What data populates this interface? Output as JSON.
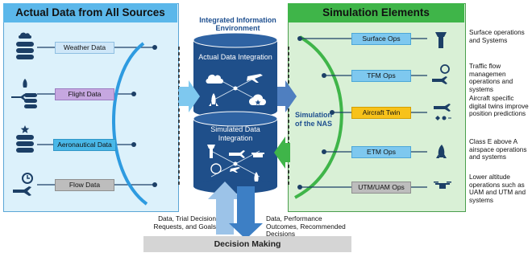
{
  "left_panel": {
    "title": "Actual Data from All Sources",
    "items": [
      {
        "label": "Weather Data",
        "icon": "database-cloud-icon"
      },
      {
        "label": "Flight Data",
        "icon": "database-rocket-plane-icon"
      },
      {
        "label": "Aeronautical Data",
        "icon": "database-star-icon"
      },
      {
        "label": "Flow Data",
        "icon": "clock-plane-icon"
      }
    ]
  },
  "center": {
    "title": "Integrated Information Environment",
    "top_cylinder": "Actual Data Integration",
    "bottom_cylinder": "Simulated Data Integration",
    "simulation_label": "Simulation of the NAS"
  },
  "right_panel": {
    "title": "Simulation Elements",
    "items": [
      {
        "label": "Surface Ops",
        "icon": "control-tower-icon",
        "description": "Surface operations and Systems"
      },
      {
        "label": "TFM Ops",
        "icon": "clock-plane-icon",
        "description": "Traffic flow managemen operations and systems"
      },
      {
        "label": "Aircraft Twin",
        "icon": "plane-digital-twin-icon",
        "description": "Aircraft specific digital twins improve position predictions"
      },
      {
        "label": "ETM Ops",
        "icon": "rocket-icon",
        "description": "Class E above A airspace operations and systems"
      },
      {
        "label": "UTM/UAM Ops",
        "icon": "drone-icon",
        "description": "Lower altitude operations such as UAM and UTM and systems"
      }
    ]
  },
  "bottom": {
    "up_caption": "Data, Trial Decision Requests, and Goals",
    "down_caption": "Data, Performance Outcomes, Recommended Decisions",
    "decision_making": "Decision Making"
  },
  "colors": {
    "left_header": "#5bb7ea",
    "left_bg": "#dcf1fb",
    "right_header": "#3fb549",
    "right_bg": "#d9f0d6",
    "cylinder": "#1f4f8a",
    "arc": "#2e9be0",
    "green_arc": "#3fb549"
  }
}
